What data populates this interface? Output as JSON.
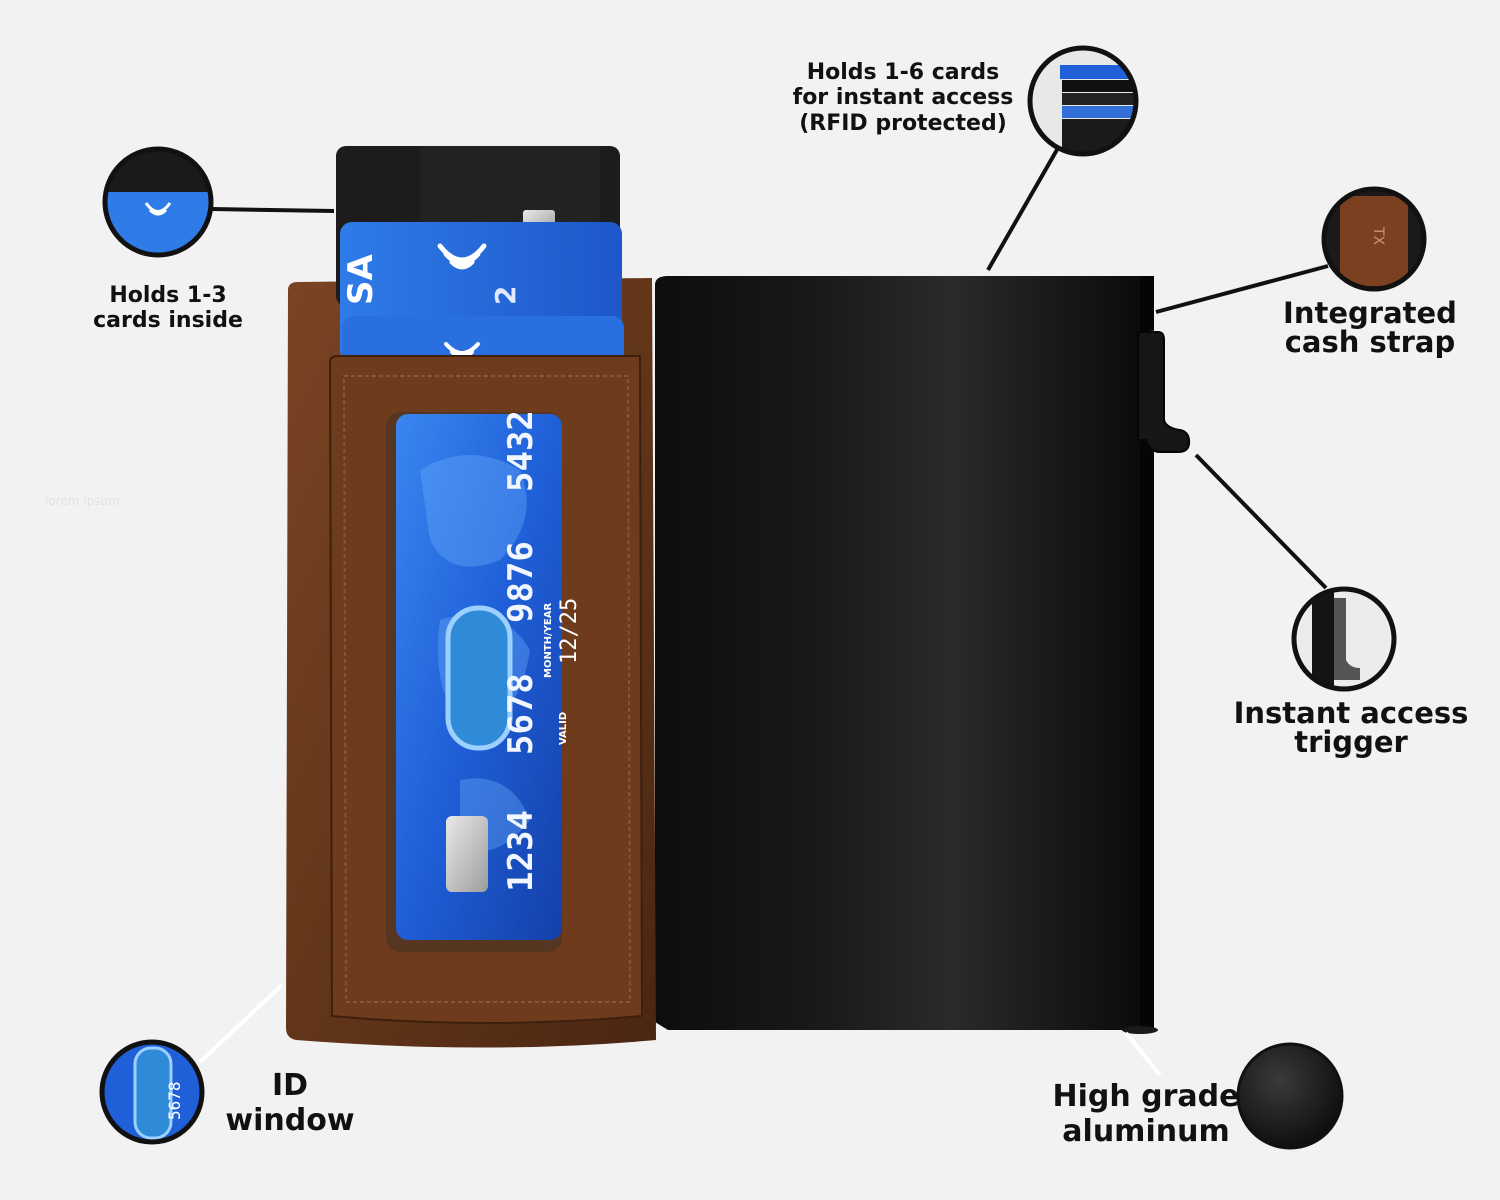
{
  "colors": {
    "background": "#f2f2f2",
    "leather": "#6b3a1e",
    "leather_dark": "#4a2612",
    "aluminum": "#141414",
    "card_blue": "#1f5fd8",
    "card_black": "#1c1c1c",
    "callout_line": "#111111"
  },
  "callouts": {
    "cards_inside": {
      "line1": "Holds 1-3",
      "line2": "cards inside",
      "icon": "card-stack-closeup-icon"
    },
    "cards_access": {
      "line1": "Holds 1-6 cards",
      "line2": "for instant access",
      "line3": "(RFID protected)",
      "icon": "card-edges-closeup-icon"
    },
    "cash_strap": {
      "line1": "Integrated",
      "line2": "cash strap",
      "icon": "leather-strap-closeup-icon"
    },
    "trigger": {
      "line1": "Instant access",
      "line2": "trigger",
      "icon": "trigger-lever-closeup-icon"
    },
    "id_window": {
      "line1": "ID",
      "line2": "window",
      "icon": "id-window-closeup-icon"
    },
    "aluminum": {
      "line1": "High grade",
      "line2": "aluminum",
      "icon": "aluminum-texture-closeup-icon"
    }
  },
  "card": {
    "number_groups": [
      "1234",
      "5678",
      "9876",
      "5432"
    ],
    "valid_label": "VALID",
    "month_year_label": "MONTH/YEAR",
    "expiry": "12/25",
    "brand_fragment": "SA",
    "digit_fragment": "2"
  },
  "strap_mark": "TX",
  "watermark": "lorem ipsum"
}
